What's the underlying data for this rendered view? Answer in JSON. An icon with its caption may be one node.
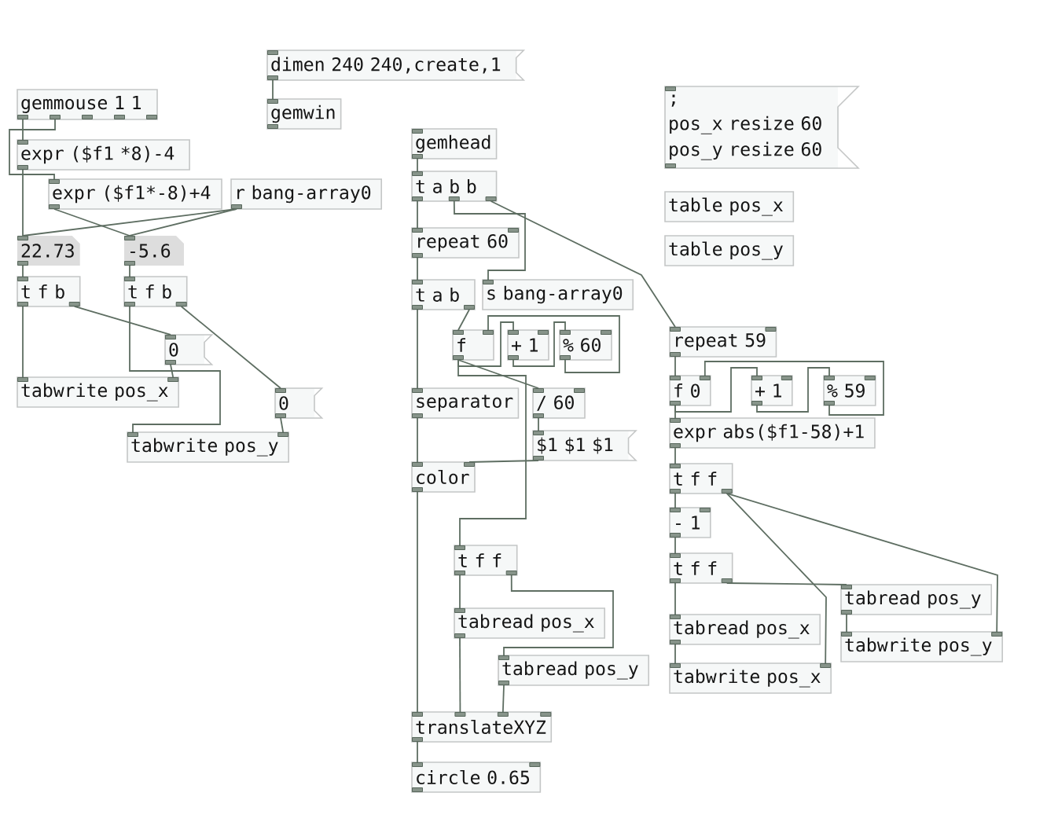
{
  "diagram": {
    "nodes": [
      {
        "text": [
          "dimen 240 240,create,1"
        ]
      },
      {
        "text": [
          "gemwin"
        ]
      },
      {
        "text": [
          "gemmouse 1 1"
        ]
      },
      {
        "text": [
          "expr ($f1 *8)-4"
        ]
      },
      {
        "text": [
          "expr ($f1*-8)+4"
        ]
      },
      {
        "text": [
          "r bang-array0"
        ]
      },
      {
        "text": [
          "22.73"
        ]
      },
      {
        "text": [
          "-5.6"
        ]
      },
      {
        "text": [
          "t f b"
        ]
      },
      {
        "text": [
          "t f b"
        ]
      },
      {
        "text": [
          "0"
        ]
      },
      {
        "text": [
          "tabwrite pos_x"
        ]
      },
      {
        "text": [
          "0"
        ]
      },
      {
        "text": [
          "tabwrite pos_y"
        ]
      },
      {
        "text": [
          "gemhead"
        ]
      },
      {
        "text": [
          "t a b b"
        ]
      },
      {
        "text": [
          "repeat 60"
        ]
      },
      {
        "text": [
          "t a b"
        ]
      },
      {
        "text": [
          "s bang-array0"
        ]
      },
      {
        "text": [
          "f"
        ]
      },
      {
        "text": [
          "+ 1"
        ]
      },
      {
        "text": [
          "% 60"
        ]
      },
      {
        "text": [
          "separator"
        ]
      },
      {
        "text": [
          "/ 60"
        ]
      },
      {
        "text": [
          "$1 $1 $1"
        ]
      },
      {
        "text": [
          "color"
        ]
      },
      {
        "text": [
          "t f f"
        ]
      },
      {
        "text": [
          "tabread pos_x"
        ]
      },
      {
        "text": [
          "tabread pos_y"
        ]
      },
      {
        "text": [
          "translateXYZ"
        ]
      },
      {
        "text": [
          "circle 0.65"
        ]
      },
      {
        "text": [
          ";",
          "pos_x resize 60",
          "pos_y resize 60"
        ]
      },
      {
        "text": [
          "table pos_x"
        ]
      },
      {
        "text": [
          "table pos_y"
        ]
      },
      {
        "text": [
          "repeat 59"
        ]
      },
      {
        "text": [
          "f 0"
        ]
      },
      {
        "text": [
          "+ 1"
        ]
      },
      {
        "text": [
          "% 59"
        ]
      },
      {
        "text": [
          "expr abs($f1-58)+1"
        ]
      },
      {
        "text": [
          "t f f"
        ]
      },
      {
        "text": [
          "- 1"
        ]
      },
      {
        "text": [
          "t f f"
        ]
      },
      {
        "text": [
          "tabread pos_y"
        ]
      },
      {
        "text": [
          "tabread pos_x"
        ]
      },
      {
        "text": [
          "tabwrite pos_y"
        ]
      },
      {
        "text": [
          "tabwrite pos_x"
        ]
      }
    ],
    "edges": [
      {
        "from": 0,
        "to": 1,
        "arrow": "none"
      },
      {
        "from": 2,
        "to": 3,
        "arrow": "none"
      },
      {
        "from": 2,
        "to": 4,
        "arrow": "none"
      },
      {
        "from": 3,
        "to": 6,
        "arrow": "none"
      },
      {
        "from": 4,
        "to": 7,
        "arrow": "none"
      },
      {
        "from": 5,
        "to": 6,
        "arrow": "none"
      },
      {
        "from": 5,
        "to": 7,
        "arrow": "none"
      },
      {
        "from": 6,
        "to": 8,
        "arrow": "none"
      },
      {
        "from": 7,
        "to": 9,
        "arrow": "none"
      },
      {
        "from": 8,
        "to": 11,
        "arrow": "none"
      },
      {
        "from": 8,
        "to": 10,
        "arrow": "none"
      },
      {
        "from": 10,
        "to": 11,
        "arrow": "none"
      },
      {
        "from": 9,
        "to": 13,
        "arrow": "none"
      },
      {
        "from": 9,
        "to": 12,
        "arrow": "none"
      },
      {
        "from": 12,
        "to": 13,
        "arrow": "none"
      },
      {
        "from": 14,
        "to": 15,
        "arrow": "none"
      },
      {
        "from": 15,
        "to": 16,
        "arrow": "none"
      },
      {
        "from": 15,
        "to": 18,
        "arrow": "none"
      },
      {
        "from": 15,
        "to": 34,
        "arrow": "none"
      },
      {
        "from": 16,
        "to": 17,
        "arrow": "none"
      },
      {
        "from": 17,
        "to": 22,
        "arrow": "none"
      },
      {
        "from": 17,
        "to": 19,
        "arrow": "none"
      },
      {
        "from": 19,
        "to": 20,
        "arrow": "none"
      },
      {
        "from": 20,
        "to": 21,
        "arrow": "none"
      },
      {
        "from": 21,
        "to": 19,
        "arrow": "none"
      },
      {
        "from": 19,
        "to": 23,
        "arrow": "none"
      },
      {
        "from": 23,
        "to": 24,
        "arrow": "none"
      },
      {
        "from": 22,
        "to": 25,
        "arrow": "none"
      },
      {
        "from": 24,
        "to": 25,
        "arrow": "none"
      },
      {
        "from": 19,
        "to": 26,
        "arrow": "none"
      },
      {
        "from": 25,
        "to": 29,
        "arrow": "none"
      },
      {
        "from": 26,
        "to": 27,
        "arrow": "none"
      },
      {
        "from": 26,
        "to": 28,
        "arrow": "none"
      },
      {
        "from": 27,
        "to": 29,
        "arrow": "none"
      },
      {
        "from": 28,
        "to": 29,
        "arrow": "none"
      },
      {
        "from": 29,
        "to": 30,
        "arrow": "none"
      },
      {
        "from": 34,
        "to": 35,
        "arrow": "none"
      },
      {
        "from": 35,
        "to": 36,
        "arrow": "none"
      },
      {
        "from": 36,
        "to": 37,
        "arrow": "none"
      },
      {
        "from": 37,
        "to": 35,
        "arrow": "none"
      },
      {
        "from": 35,
        "to": 38,
        "arrow": "none"
      },
      {
        "from": 38,
        "to": 39,
        "arrow": "none"
      },
      {
        "from": 39,
        "to": 40,
        "arrow": "none"
      },
      {
        "from": 39,
        "to": 45,
        "arrow": "none"
      },
      {
        "from": 39,
        "to": 44,
        "arrow": "none"
      },
      {
        "from": 40,
        "to": 41,
        "arrow": "none"
      },
      {
        "from": 41,
        "to": 43,
        "arrow": "none"
      },
      {
        "from": 41,
        "to": 42,
        "arrow": "none"
      },
      {
        "from": 43,
        "to": 45,
        "arrow": "none"
      },
      {
        "from": 42,
        "to": 44,
        "arrow": "none"
      }
    ]
  }
}
